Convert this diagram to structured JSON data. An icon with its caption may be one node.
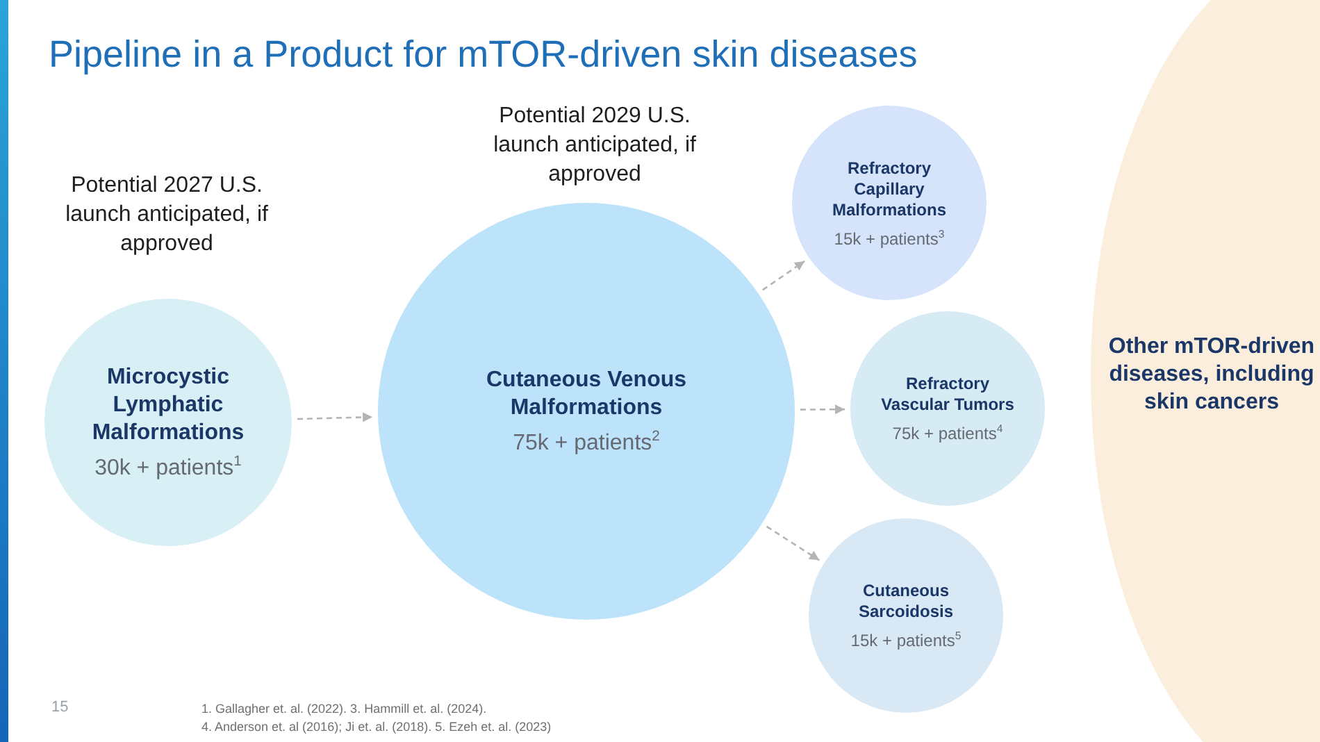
{
  "diagram": {
    "title": "Pipeline in a Product for mTOR-driven skin diseases",
    "nodes": [
      {
        "text": [
          "Microcystic Lymphatic Malformations",
          "30k + patients$^{1}$"
        ],
        "beside": [
          "Potential 2027 U.S. launch anticipated, if approved"
        ]
      },
      {
        "text": [
          "Cutaneous Venous Malformations",
          "75k + patients$^{2}$"
        ],
        "beside": [
          "Potential 2029 U.S. launch anticipated, if approved"
        ]
      },
      {
        "text": [
          "Refractory Capillary Malformations",
          "15k + patients$^{3}$"
        ]
      },
      {
        "text": [
          "Refractory Vascular Tumors",
          "75k + patients$^{4}$"
        ]
      },
      {
        "text": [
          "Cutaneous Sarcoidosis",
          "15k + patients$^{5}$"
        ]
      },
      {
        "text": [
          "Other mTOR-driven diseases, including skin cancers"
        ]
      }
    ],
    "edges": [
      {
        "from": 0,
        "to": 1,
        "arrow": "to"
      },
      {
        "from": 1,
        "to": 2,
        "arrow": "to"
      },
      {
        "from": 1,
        "to": 3,
        "arrow": "to"
      },
      {
        "from": 1,
        "to": 4,
        "arrow": "to"
      }
    ],
    "labels": [
      "15",
      "1. Gallagher et. al. (2022). 3. Hammill et. al. (2024).",
      "4. Anderson et. al (2016); Ji et. al. (2018). 5. Ezeh et. al. (2023)"
    ]
  }
}
